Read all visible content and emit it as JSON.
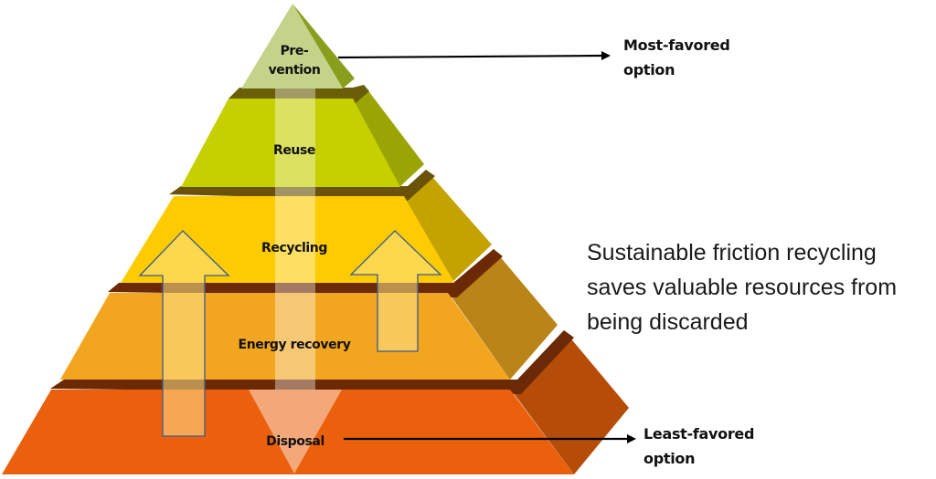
{
  "diagram": {
    "title": "Waste hierarchy pyramid",
    "levels": [
      {
        "id": "prevention",
        "label_lines": [
          "Pre-",
          "vention"
        ],
        "front_color": "#c3d48a",
        "side_color": "#8a9e1e",
        "seam_color": "#5e5e10"
      },
      {
        "id": "reuse",
        "label_lines": [
          "Reuse"
        ],
        "front_color": "#c6cf00",
        "side_color": "#9aa505",
        "seam_color": "#6a5e08"
      },
      {
        "id": "recycling",
        "label_lines": [
          "Recycling"
        ],
        "front_color": "#fdcb00",
        "side_color": "#c4a300",
        "seam_color": "#6a5208"
      },
      {
        "id": "energy-recovery",
        "label_lines": [
          "Energy recovery"
        ],
        "front_color": "#f2a61f",
        "side_color": "#bb8419",
        "seam_color": "#6b2a05"
      },
      {
        "id": "disposal",
        "label_lines": [
          "Disposal"
        ],
        "front_color": "#eb600c",
        "side_color": "#b54c07",
        "seam_color": "#6b2a05"
      }
    ],
    "annotations": {
      "top": {
        "label_lines": [
          "Most-favored",
          "option"
        ],
        "points_to": "prevention"
      },
      "bottom": {
        "label_lines": [
          "Least-favored",
          "option"
        ],
        "points_to": "disposal"
      }
    },
    "caption_lines": [
      "Sustainable friction recycling",
      "saves valuable resources from",
      "being discarded"
    ],
    "overlays": {
      "center_band": "downward flow through all levels",
      "left_arrow": "upward arrow from disposal to recycling",
      "right_arrow": "upward arrow from energy recovery to recycling",
      "arrow_fill": "#fde38a",
      "arrow_stroke": "#3d5a8f"
    }
  }
}
